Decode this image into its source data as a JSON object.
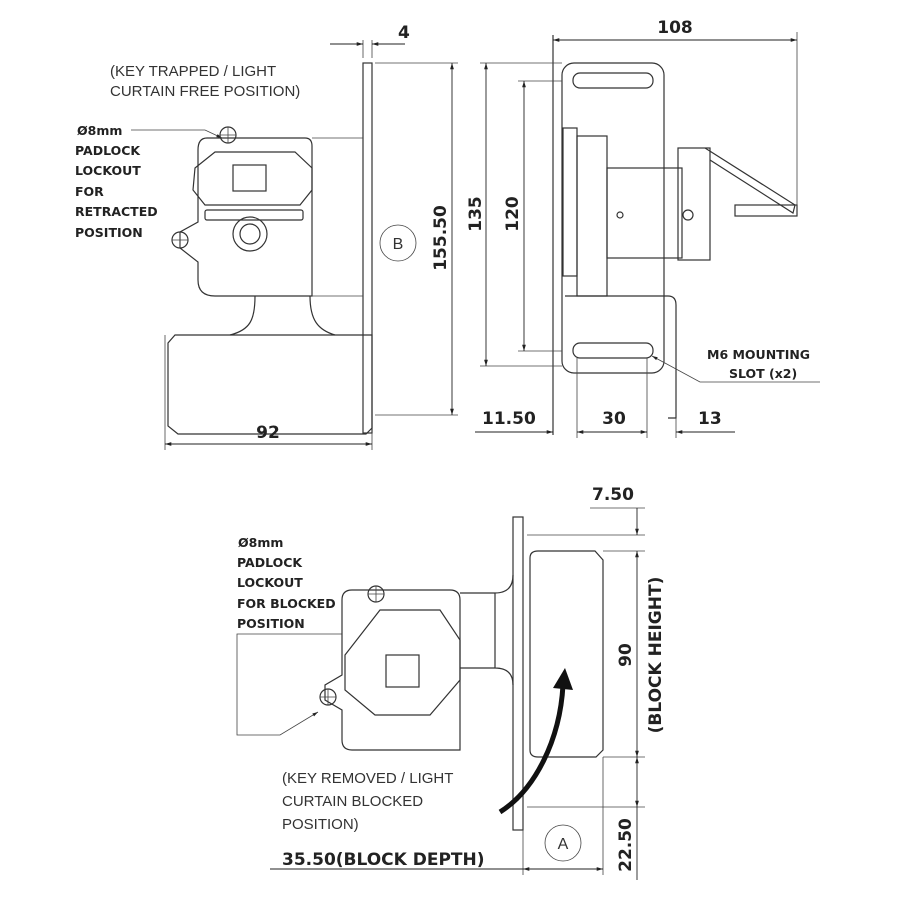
{
  "top_left_view": {
    "note_line1": "(KEY TRAPPED / LIGHT",
    "note_line2": "CURTAIN FREE POSITION)",
    "padlock_label": [
      "Ø8mm",
      "PADLOCK",
      "LOCKOUT",
      "FOR",
      "RETRACTED",
      "POSITION"
    ],
    "dim_thickness": "4",
    "dim_height": "155.50",
    "dim_width": "92",
    "view_marker": "B"
  },
  "top_right_view": {
    "dim_overall_depth": "108",
    "dim_bracket_height": "135",
    "dim_slot_pitch": "120",
    "dim_left_offset": "11.50",
    "dim_slot_length": "30",
    "dim_right_offset": "13",
    "slot_label_line1": "M6 MOUNTING",
    "slot_label_line2": "SLOT (x2)"
  },
  "bottom_view": {
    "padlock_label": [
      "Ø8mm",
      "PADLOCK",
      "LOCKOUT",
      "FOR BLOCKED",
      "POSITION"
    ],
    "note_line1": "(KEY REMOVED / LIGHT",
    "note_line2": "CURTAIN BLOCKED",
    "note_line3": "POSITION)",
    "dim_top_offset": "7.50",
    "dim_block_height": "90",
    "dim_block_height_label": "(BLOCK HEIGHT)",
    "dim_bottom_offset": "22.50",
    "dim_block_depth": "35.50(BLOCK DEPTH)",
    "view_marker": "A"
  }
}
